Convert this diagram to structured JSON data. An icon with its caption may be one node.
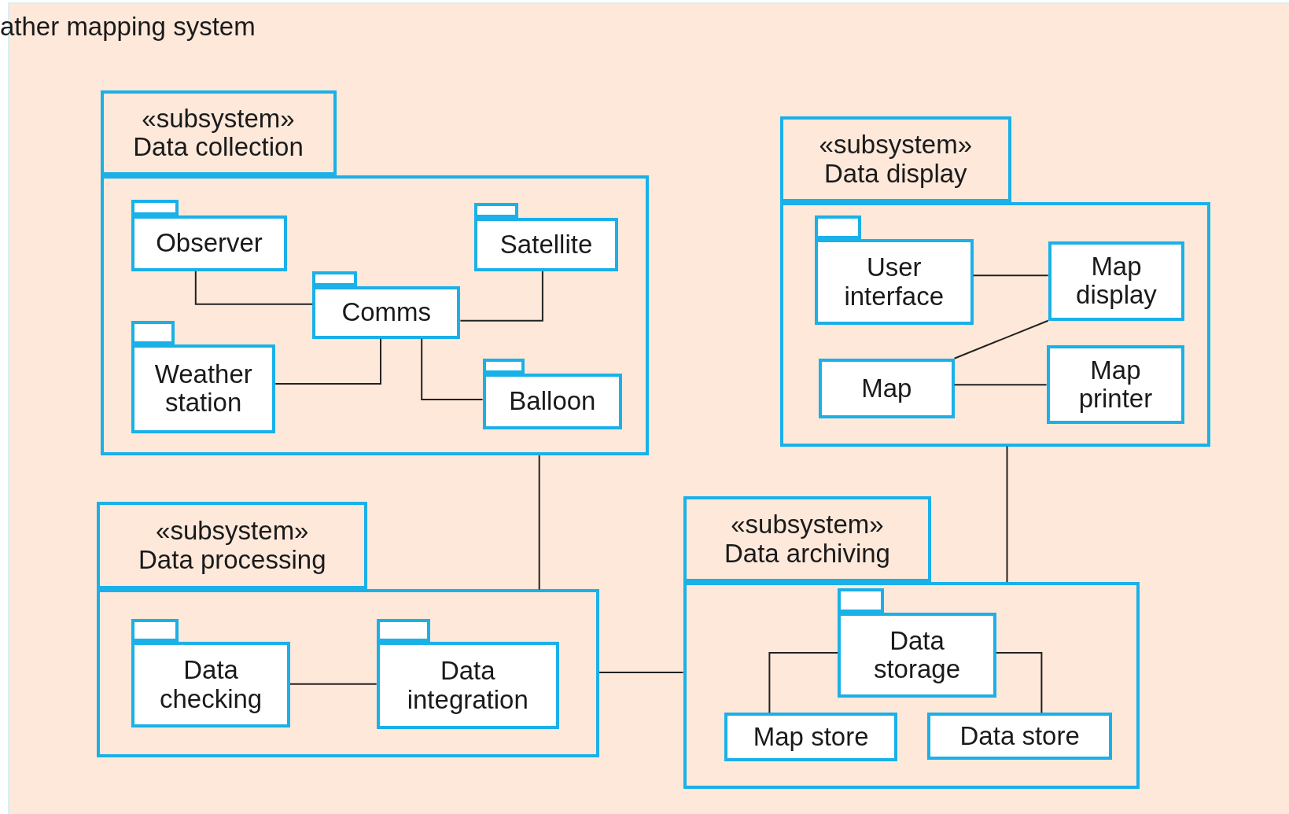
{
  "diagram": {
    "title": "ather mapping system",
    "nodes": [
      {
        "text": [
          "«subsystem»",
          "Data collection"
        ]
      },
      {
        "text": [
          "Observer"
        ],
        "in": 0
      },
      {
        "text": [
          "Satellite"
        ],
        "in": 0
      },
      {
        "text": [
          "Comms"
        ],
        "in": 0
      },
      {
        "text": [
          "Weather station"
        ],
        "in": 0
      },
      {
        "text": [
          "Balloon"
        ],
        "in": 0
      },
      {
        "text": [
          "«subsystem»",
          "Data display"
        ]
      },
      {
        "text": [
          "User interface"
        ],
        "in": 6
      },
      {
        "text": [
          "Map display"
        ],
        "in": 6
      },
      {
        "text": [
          "Map"
        ],
        "in": 6
      },
      {
        "text": [
          "Map printer"
        ],
        "in": 6
      },
      {
        "text": [
          "«subsystem»",
          "Data processing"
        ]
      },
      {
        "text": [
          "Data checking"
        ],
        "in": 11
      },
      {
        "text": [
          "Data integration"
        ],
        "in": 11
      },
      {
        "text": [
          "«subsystem»",
          "Data archiving"
        ]
      },
      {
        "text": [
          "Data storage"
        ],
        "in": 14
      },
      {
        "text": [
          "Map store"
        ],
        "in": 14
      },
      {
        "text": [
          "Data store"
        ],
        "in": 14
      }
    ],
    "edges": [
      {
        "from": 1,
        "to": 3,
        "arrow": "none"
      },
      {
        "from": 2,
        "to": 3,
        "arrow": "none"
      },
      {
        "from": 4,
        "to": 3,
        "arrow": "none"
      },
      {
        "from": 3,
        "to": 5,
        "arrow": "none"
      },
      {
        "from": 7,
        "to": 8,
        "arrow": "none"
      },
      {
        "from": 9,
        "to": 8,
        "arrow": "none"
      },
      {
        "from": 9,
        "to": 10,
        "arrow": "none"
      },
      {
        "from": 0,
        "to": 11,
        "arrow": "none"
      },
      {
        "from": 11,
        "to": 14,
        "arrow": "none"
      },
      {
        "from": 6,
        "to": 14,
        "arrow": "none"
      },
      {
        "from": 12,
        "to": 13,
        "arrow": "none"
      },
      {
        "from": 15,
        "to": 16,
        "arrow": "none"
      },
      {
        "from": 15,
        "to": 17,
        "arrow": "none"
      }
    ]
  }
}
